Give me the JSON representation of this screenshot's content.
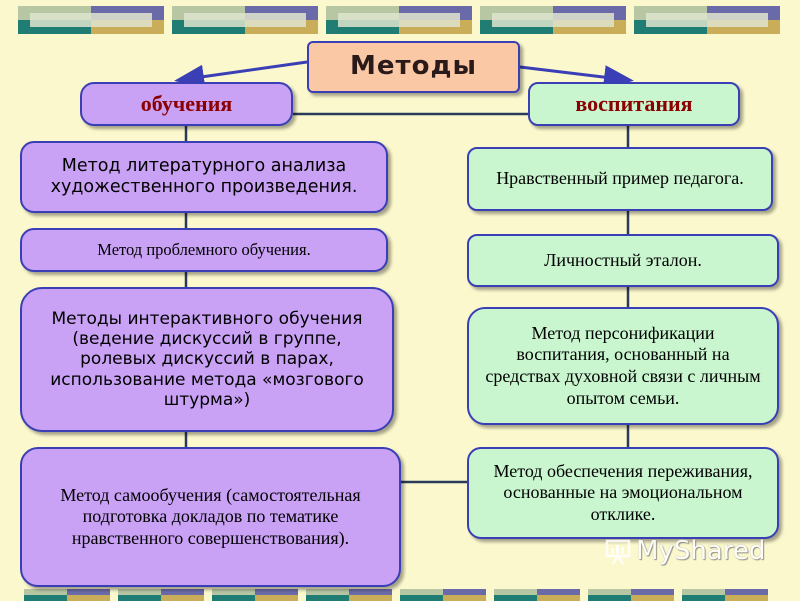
{
  "title": "Методы",
  "branches": {
    "left": "обучения",
    "right": "воспитания"
  },
  "left_items": [
    "Метод литературного анализа художественного произведения.",
    "Метод проблемного обучения.",
    "Методы интерактивного обучения (ведение дискуссий в группе, ролевых дискуссий в парах, использование метода «мозгового штурма»)",
    "Метод самообучения (самостоятельная подготовка докладов по тематике нравственного совершенствования)."
  ],
  "right_items": [
    "Нравственный пример педагога.",
    "Личностный эталон.",
    "Метод персонификации воспитания, основанный на средствах духовной связи с личным опытом семьи.",
    "Метод обеспечения переживания, основанные на эмоциональном отклике."
  ],
  "watermark": "MyShared",
  "colors": {
    "background": "#fbf8cd",
    "purple_box": "#c9a1f5",
    "mint_box": "#c9f5cf",
    "title_box": "#fbc8a5",
    "border": "#3b3fb5",
    "branch_text": "#8b0000"
  }
}
